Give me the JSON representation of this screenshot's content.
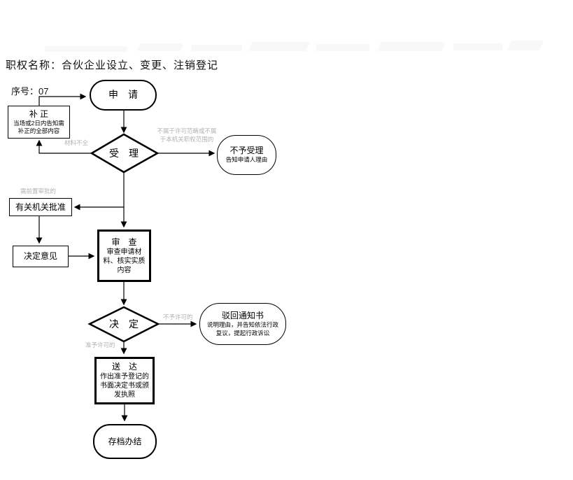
{
  "page": {
    "title": "职权名称：合伙企业设立、变更、注销登记",
    "serial": "序号：07"
  },
  "colors": {
    "line": "#000000",
    "edge_label": "#b2b2b2",
    "background": "#ffffff"
  },
  "nodes": {
    "apply": {
      "label": "申　请"
    },
    "supplement": {
      "title": "补 正",
      "line1": "当场或2日内告知需",
      "line2": "补正的全部内容"
    },
    "accept": {
      "label": "受　理"
    },
    "reject": {
      "title": "不予受理",
      "line1": "告知申请人理由"
    },
    "authority": {
      "label": "有关机关批准"
    },
    "opinion": {
      "label": "决定意见"
    },
    "review": {
      "title": "审　查",
      "line1": "审查申请材",
      "line2": "料、核实实质",
      "line3": "内容"
    },
    "decide": {
      "label": "决　定"
    },
    "rejection": {
      "title": "驳回通知书",
      "line1": "说明理由，并告知依法行政",
      "line2": "复议，提起行政诉讼"
    },
    "deliver": {
      "title": "送　达",
      "line1": "作出准予登记的",
      "line2": "书面决定书或颁",
      "line3": "发执照"
    },
    "archive": {
      "label": "存档办结"
    }
  },
  "edge_labels": {
    "incomplete": "材料不全",
    "not_in_scope_1": "不属于许可范畴或不属",
    "not_in_scope_2": "于本机关职权范围的",
    "pre_approval": "需前置审批的",
    "not_permitted": "不予许可的",
    "permitted": "准予许可的"
  }
}
